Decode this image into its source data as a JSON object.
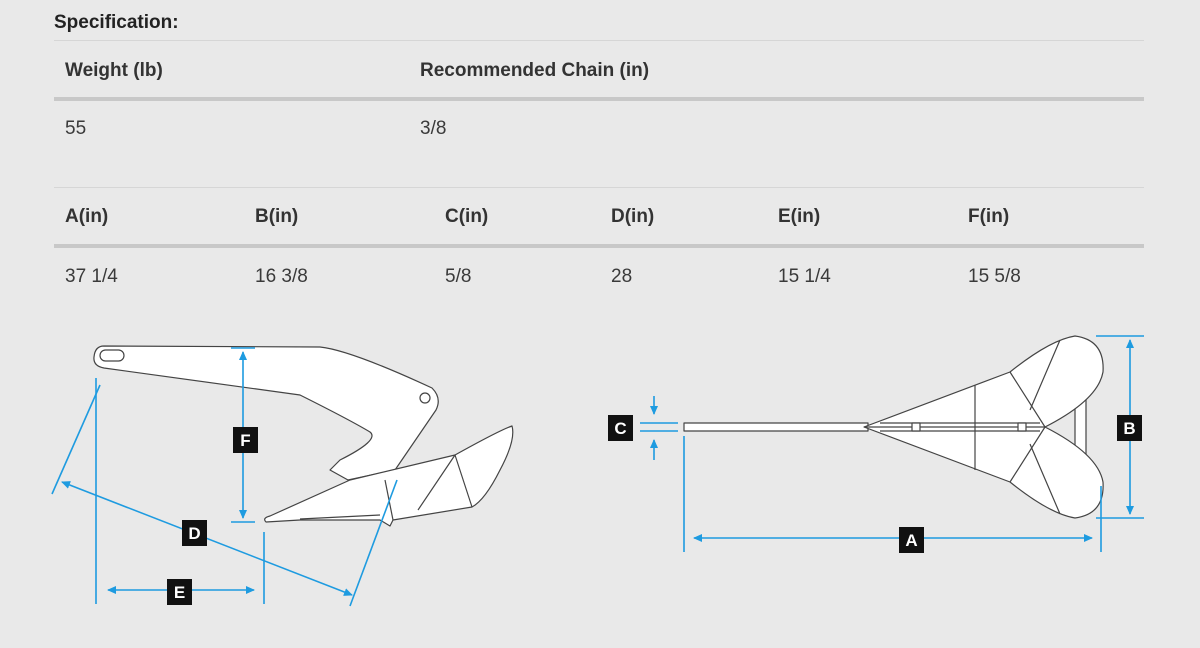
{
  "title": "Specification:",
  "table1": {
    "headers": [
      "Weight (lb)",
      "Recommended Chain (in)"
    ],
    "values": [
      "55",
      "3/8"
    ]
  },
  "table2": {
    "headers": [
      "A(in)",
      "B(in)",
      "C(in)",
      "D(in)",
      "E(in)",
      "F(in)"
    ],
    "values": [
      "37 1/4",
      "16 3/8",
      "5/8",
      "28",
      "15 1/4",
      "15 5/8"
    ]
  },
  "diagram": {
    "labels": [
      "A",
      "B",
      "C",
      "D",
      "E",
      "F"
    ],
    "dimension_color": "#1e9be0",
    "label_bg": "#111111"
  }
}
